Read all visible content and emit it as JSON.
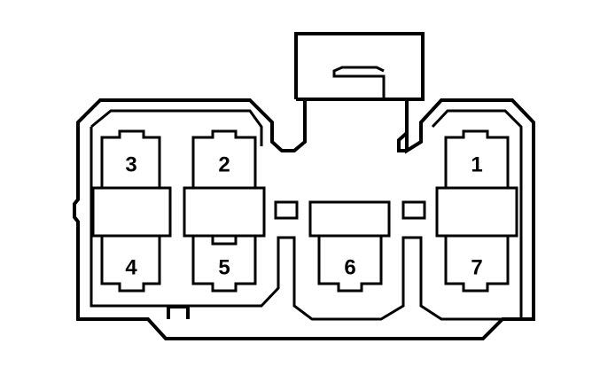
{
  "connector": {
    "pins": [
      {
        "id": "pin-1",
        "label": "1"
      },
      {
        "id": "pin-2",
        "label": "2"
      },
      {
        "id": "pin-3",
        "label": "3"
      },
      {
        "id": "pin-4",
        "label": "4"
      },
      {
        "id": "pin-5",
        "label": "5"
      },
      {
        "id": "pin-6",
        "label": "6"
      },
      {
        "id": "pin-7",
        "label": "7"
      }
    ]
  }
}
